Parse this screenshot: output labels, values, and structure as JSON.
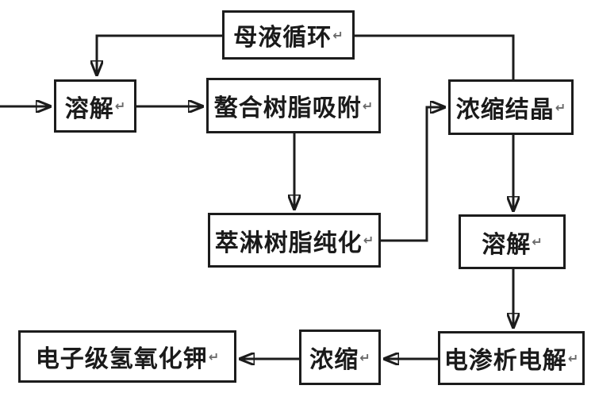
{
  "diagram": {
    "type": "flowchart",
    "language": "zh-CN",
    "subject": "electronic-grade potassium hydroxide production process",
    "paragraph_mark": "↵",
    "colors": {
      "background": "#ffffff",
      "box_fill": "#ffffff",
      "box_border": "#1c1c1c",
      "line": "#1c1c1c",
      "text": "#1a1a1a",
      "paragraph_mark": "#6a6a6a"
    },
    "nodes": [
      {
        "id": "mother-liquor-recycle",
        "label": "母液循环"
      },
      {
        "id": "dissolve-1",
        "label": "溶解"
      },
      {
        "id": "chelating-resin-adsorption",
        "label": "螯合树脂吸附"
      },
      {
        "id": "concentration-crystallization",
        "label": "浓缩结晶"
      },
      {
        "id": "extraction-resin-purification",
        "label": "萃淋树脂纯化"
      },
      {
        "id": "dissolve-2",
        "label": "溶解"
      },
      {
        "id": "electrodialysis-electrolysis",
        "label": "电渗析电解"
      },
      {
        "id": "concentrate",
        "label": "浓缩"
      },
      {
        "id": "electronic-grade-koh",
        "label": "电子级氢氧化钾"
      }
    ],
    "edges": [
      {
        "from": "external-input",
        "to": "dissolve-1",
        "arrow": true
      },
      {
        "from": "mother-liquor-recycle",
        "to": "dissolve-1",
        "arrow": true
      },
      {
        "from": "dissolve-1",
        "to": "chelating-resin-adsorption",
        "arrow": true
      },
      {
        "from": "chelating-resin-adsorption",
        "to": "extraction-resin-purification",
        "arrow": true
      },
      {
        "from": "extraction-resin-purification",
        "to": "concentration-crystallization",
        "arrow": true
      },
      {
        "from": "concentration-crystallization",
        "to": "mother-liquor-recycle",
        "arrow": false
      },
      {
        "from": "concentration-crystallization",
        "to": "dissolve-2",
        "arrow": true
      },
      {
        "from": "dissolve-2",
        "to": "electrodialysis-electrolysis",
        "arrow": true
      },
      {
        "from": "electrodialysis-electrolysis",
        "to": "concentrate",
        "arrow": true
      },
      {
        "from": "concentrate",
        "to": "electronic-grade-koh",
        "arrow": true
      }
    ]
  }
}
